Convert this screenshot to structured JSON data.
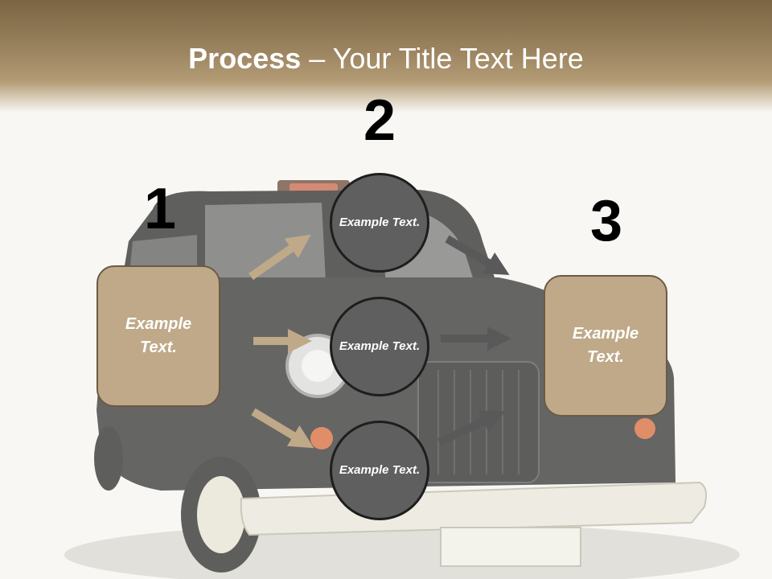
{
  "header": {
    "title_bold": "Process",
    "title_rest": " – Your Title Text Here"
  },
  "steps": {
    "step1": {
      "number": "1",
      "text": "Example Text."
    },
    "step2": {
      "number": "2"
    },
    "step3": {
      "number": "3",
      "text": "Example Text."
    }
  },
  "circles": [
    {
      "text": "Example Text."
    },
    {
      "text": "Example Text."
    },
    {
      "text": "Example Text."
    }
  ],
  "colors": {
    "header_brown": "#8b7450",
    "box_tan": "#bfa988",
    "circle_gray": "#5f5f5f",
    "arrow_tan": "#bfa988",
    "arrow_gray": "#595959",
    "background": "#f8f7f3"
  },
  "background_image": "vintage-taxi-cab"
}
